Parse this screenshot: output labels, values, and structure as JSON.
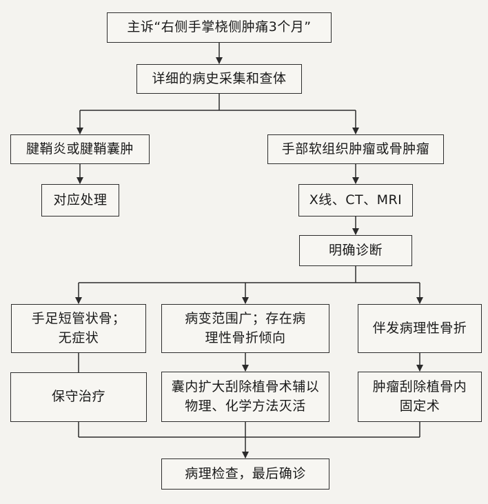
{
  "nodes": {
    "complaint": "主诉“右侧手掌桡侧肿痛3个月”",
    "history": "详细的病史采集和查体",
    "tenosynovitis": "腱鞘炎或腱鞘囊肿",
    "tumor": "手部软组织肿瘤或骨肿瘤",
    "treat": "对应处理",
    "imaging": "X线、CT、MRI",
    "diagnosis": "明确诊断",
    "short_bone": "手足短管状骨；\n无症状",
    "wide_lesion": "病变范围广；存在病\n理性骨折倾向",
    "fracture": "伴发病理性骨折",
    "conservative": "保守治疗",
    "curettage_inactivation": "囊内扩大刮除植骨术辅以\n物理、化学方法灭活",
    "curettage_fixation": "肿瘤刮除植骨内\n固定术",
    "pathology": "病理检查，最后确诊"
  }
}
